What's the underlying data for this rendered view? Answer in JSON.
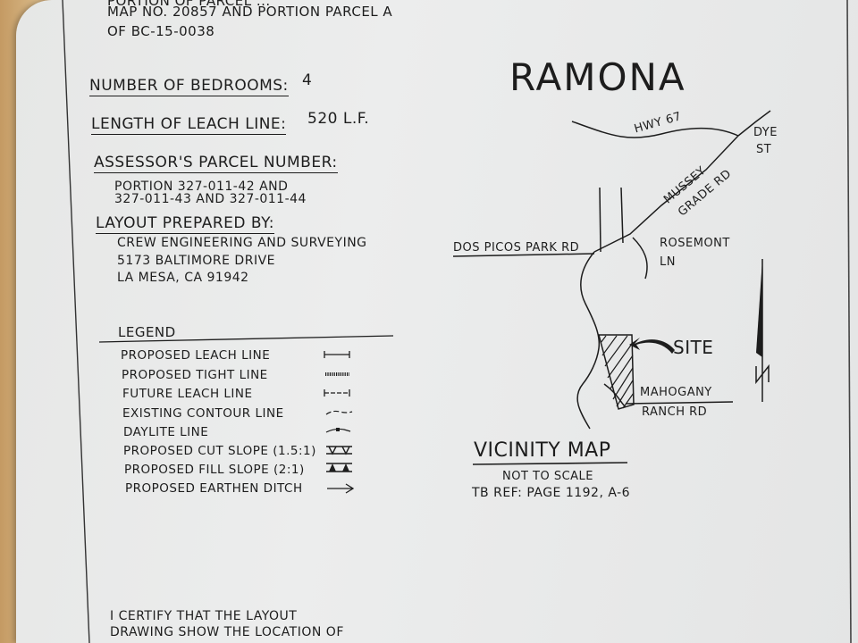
{
  "header_lines": [
    "PORTION OF PARCEL ...",
    "MAP NO. 20857 AND PORTION PARCEL A",
    "OF BC-15-0038"
  ],
  "bedrooms": {
    "label": "NUMBER OF BEDROOMS:",
    "value": "4"
  },
  "leach_line": {
    "label": "LENGTH OF LEACH LINE:",
    "value": "520 L.F."
  },
  "apn": {
    "label": "ASSESSOR'S PARCEL NUMBER:",
    "lines": [
      "PORTION 327-011-42 AND",
      "327-011-43 AND 327-011-44"
    ]
  },
  "prepared_by": {
    "label": "LAYOUT PREPARED BY:",
    "lines": [
      "CREW ENGINEERING AND SURVEYING",
      "5173 BALTIMORE DRIVE",
      "LA MESA, CA 91942"
    ]
  },
  "legend": {
    "title": "LEGEND",
    "items": [
      {
        "label": "PROPOSED LEACH LINE",
        "symbol": "leach-line-icon"
      },
      {
        "label": "PROPOSED TIGHT LINE",
        "symbol": "tight-line-icon"
      },
      {
        "label": "FUTURE LEACH LINE",
        "symbol": "future-leach-icon"
      },
      {
        "label": "EXISTING CONTOUR LINE",
        "symbol": "contour-icon"
      },
      {
        "label": "DAYLITE LINE",
        "symbol": "daylite-icon"
      },
      {
        "label": "PROPOSED CUT SLOPE (1.5:1)",
        "symbol": "cut-slope-icon"
      },
      {
        "label": "PROPOSED FILL SLOPE (2:1)",
        "symbol": "fill-slope-icon"
      },
      {
        "label": "PROPOSED EARTHEN DITCH",
        "symbol": "arrow-right-icon"
      }
    ]
  },
  "map": {
    "town": "RAMONA",
    "roads": {
      "hwy67": "HWY 67",
      "dye_1": "DYE",
      "dye_2": "ST",
      "mussey_1": "MUSSEY",
      "mussey_2": "GRADE RD",
      "dos_picos": "DOS PICOS PARK RD",
      "rosemont_1": "ROSEMONT",
      "rosemont_2": "LN",
      "mahogany_1": "MAHOGANY",
      "mahogany_2": "RANCH RD"
    },
    "site": "SITE",
    "title": "VICINITY MAP",
    "scale": "NOT TO SCALE",
    "tb_ref": "TB REF: PAGE 1192, A-6"
  },
  "certify_lines": [
    "I CERTIFY THAT THE LAYOUT",
    "DRAWING SHOW THE LOCATION OF"
  ]
}
